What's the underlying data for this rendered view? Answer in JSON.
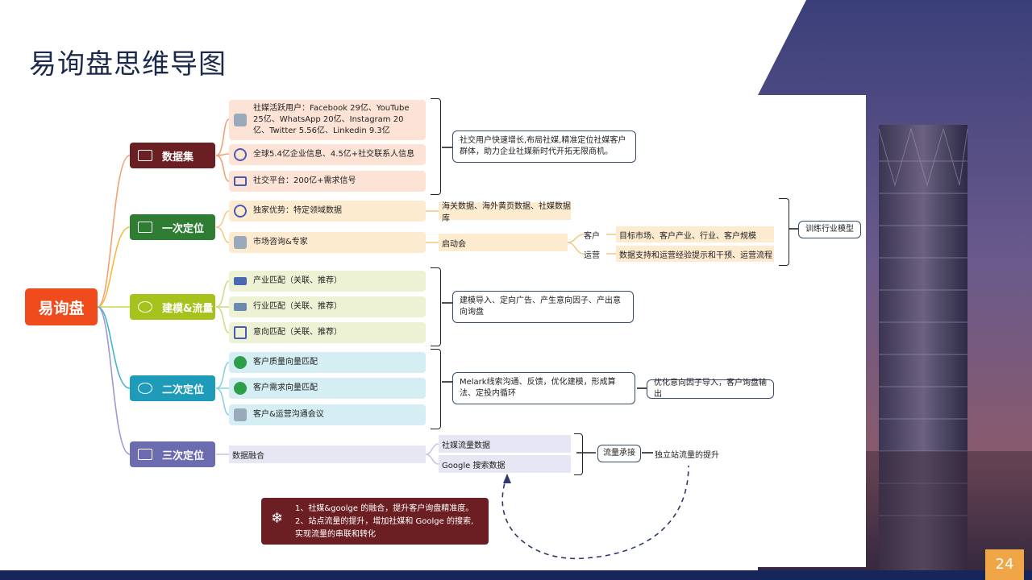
{
  "slide": {
    "title": "易询盘思维导图",
    "page_number": "24"
  },
  "mindmap": {
    "root": "易询盘",
    "data_set": {
      "label": "数据集",
      "items": [
        "社媒活跃用户：Facebook 29亿、YouTube 25亿、WhatsApp 20亿、Instagram 20亿、Twitter 5.56亿、Linkedin 9.3亿",
        "全球5.4亿企业信息、4.5亿+社交联系人信息",
        "社交平台：200亿+需求信号"
      ],
      "summary": "社交用户快速增长,布局社媒,精准定位社媒客户群体，助力企业社媒新时代开拓无限商机。"
    },
    "first_position": {
      "label": "一次定位",
      "items": [
        "独家优势：特定领域数据",
        "市场咨询&专家"
      ],
      "exclusive_data": "海关数据、海外黄页数据、社媒数据库",
      "kickoff": "启动会",
      "customer": "客户",
      "customer_detail": "目标市场、客户产业、行业、客户规模",
      "operation": "运营",
      "operation_detail": "数据支持和运营经验提示和干预、运营流程",
      "train": "训练行业模型"
    },
    "modeling": {
      "label": "建模&流量",
      "items": [
        "产业匹配（关联、推荐）",
        "行业匹配（关联、推荐）",
        "意向匹配（关联、推荐）"
      ],
      "summary": "建模导入、定向广告、产生意向因子、产出意向询盘"
    },
    "second_position": {
      "label": "二次定位",
      "items": [
        "客户质量向量匹配",
        "客户需求向量匹配",
        "客户&运营沟通会议"
      ],
      "summary": "Melark线索沟通、反馈，优化建模，形成算法、定投内循环",
      "output": "优化意向因子导入，客户询盘输出"
    },
    "third_position": {
      "label": "三次定位",
      "fusion": "数据融合",
      "social_traffic": "社媒流量数据",
      "google_search": "Google 搜索数据",
      "traffic": "流量承接",
      "site_boost": "独立站流量的提升"
    },
    "note": {
      "line1": "1、社媒&goolge 的融合，提升客户询盘精准度。",
      "line2": "2、站点流量的提升，增加社媒和 Goolge 的搜索, 实现流量的串联和转化"
    }
  },
  "colors": {
    "data_set": "#6b1f23",
    "first_position": "#2e7d32",
    "modeling": "#a6c21c",
    "second_position": "#1e9bb8",
    "third_position": "#6b6bb0",
    "root": "#ef4b1c"
  }
}
